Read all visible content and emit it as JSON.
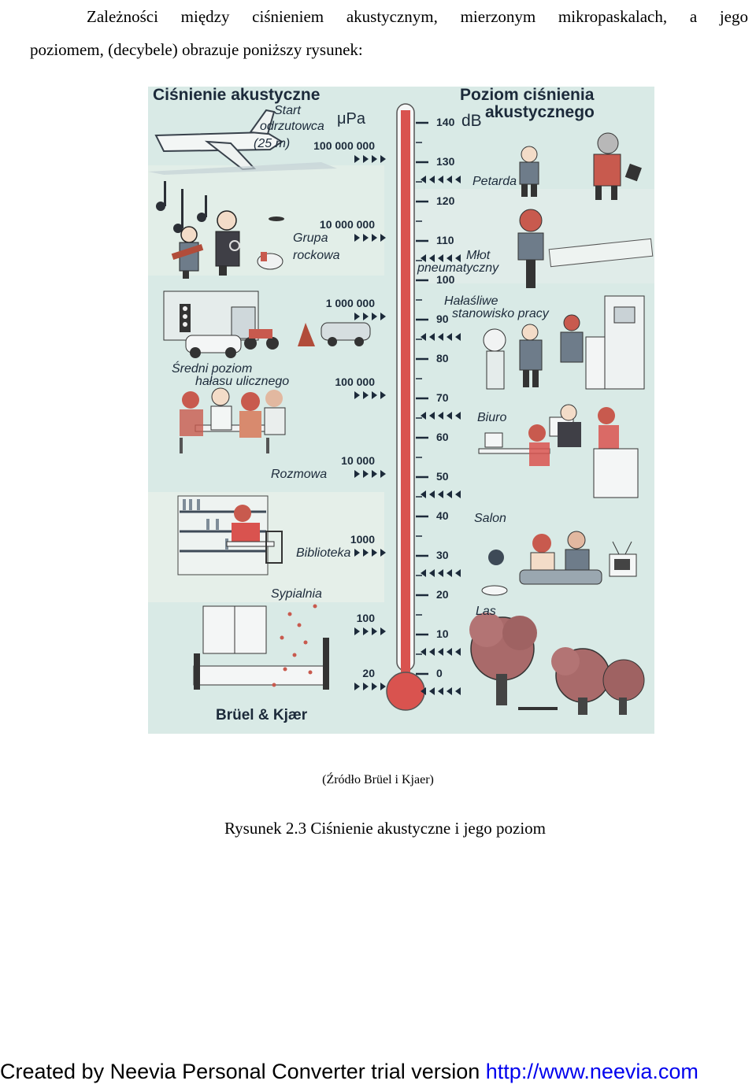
{
  "intro": {
    "line1": "Zależności między ciśnieniem akustycznym, mierzonym mikropaskalach, a jego",
    "line2": "poziomem, (decybele) obrazuje poniższy rysunek:"
  },
  "figure": {
    "title_left": "Ciśnienie akustyczne",
    "title_right_1": "Poziom ciśnienia",
    "title_right_2": "akustycznego",
    "unit_left": "μPa",
    "unit_right": "dB",
    "logo": "Brüel & Kjær",
    "db_ticks": [
      {
        "label": "140",
        "value": 140
      },
      {
        "label": "130",
        "value": 130
      },
      {
        "label": "120",
        "value": 120
      },
      {
        "label": "110",
        "value": 110
      },
      {
        "label": "100",
        "value": 100
      },
      {
        "label": "90",
        "value": 90
      },
      {
        "label": "80",
        "value": 80
      },
      {
        "label": "70",
        "value": 70
      },
      {
        "label": "60",
        "value": 60
      },
      {
        "label": "50",
        "value": 50
      },
      {
        "label": "40",
        "value": 40
      },
      {
        "label": "30",
        "value": 30
      },
      {
        "label": "20",
        "value": 20
      },
      {
        "label": "10",
        "value": 10
      },
      {
        "label": "0",
        "value": 0
      }
    ],
    "upa_values": [
      {
        "label": "100 000 000",
        "db": 134
      },
      {
        "label": "10 000 000",
        "db": 114
      },
      {
        "label": "1 000 000",
        "db": 94
      },
      {
        "label": "100 000",
        "db": 74
      },
      {
        "label": "10 000",
        "db": 54
      },
      {
        "label": "1000",
        "db": 34
      },
      {
        "label": "100",
        "db": 14
      },
      {
        "label": "20",
        "db": 0
      }
    ],
    "scenes_left": {
      "jet_1": "Start",
      "jet_2": "odrzutowca",
      "jet_3": "(25 m)",
      "rock_1": "Grupa",
      "rock_2": "rockowa",
      "street_1": "Średni poziom",
      "street_2": "hałasu ulicznego",
      "conversation": "Rozmowa",
      "library": "Biblioteka",
      "bedroom": "Sypialnia"
    },
    "scenes_right": {
      "firecracker": "Petarda",
      "drill_1": "Młot",
      "drill_2": "pneumatyczny",
      "workshop_1": "Hałaśliwe",
      "workshop_2": "stanowisko pracy",
      "office": "Biuro",
      "living_room": "Salon",
      "forest": "Las"
    },
    "colors": {
      "background": "#d9eae6",
      "thermometer_red": "#d9534f",
      "text_dark": "#1c2a3a"
    }
  },
  "source": "(Źródło Brüel i Kjaer)",
  "caption": "Rysunek 2.3 Ciśnienie akustyczne i jego poziom",
  "footer": {
    "text": "Created by Neevia Personal Converter trial version ",
    "link": "http://www.neevia.com"
  }
}
